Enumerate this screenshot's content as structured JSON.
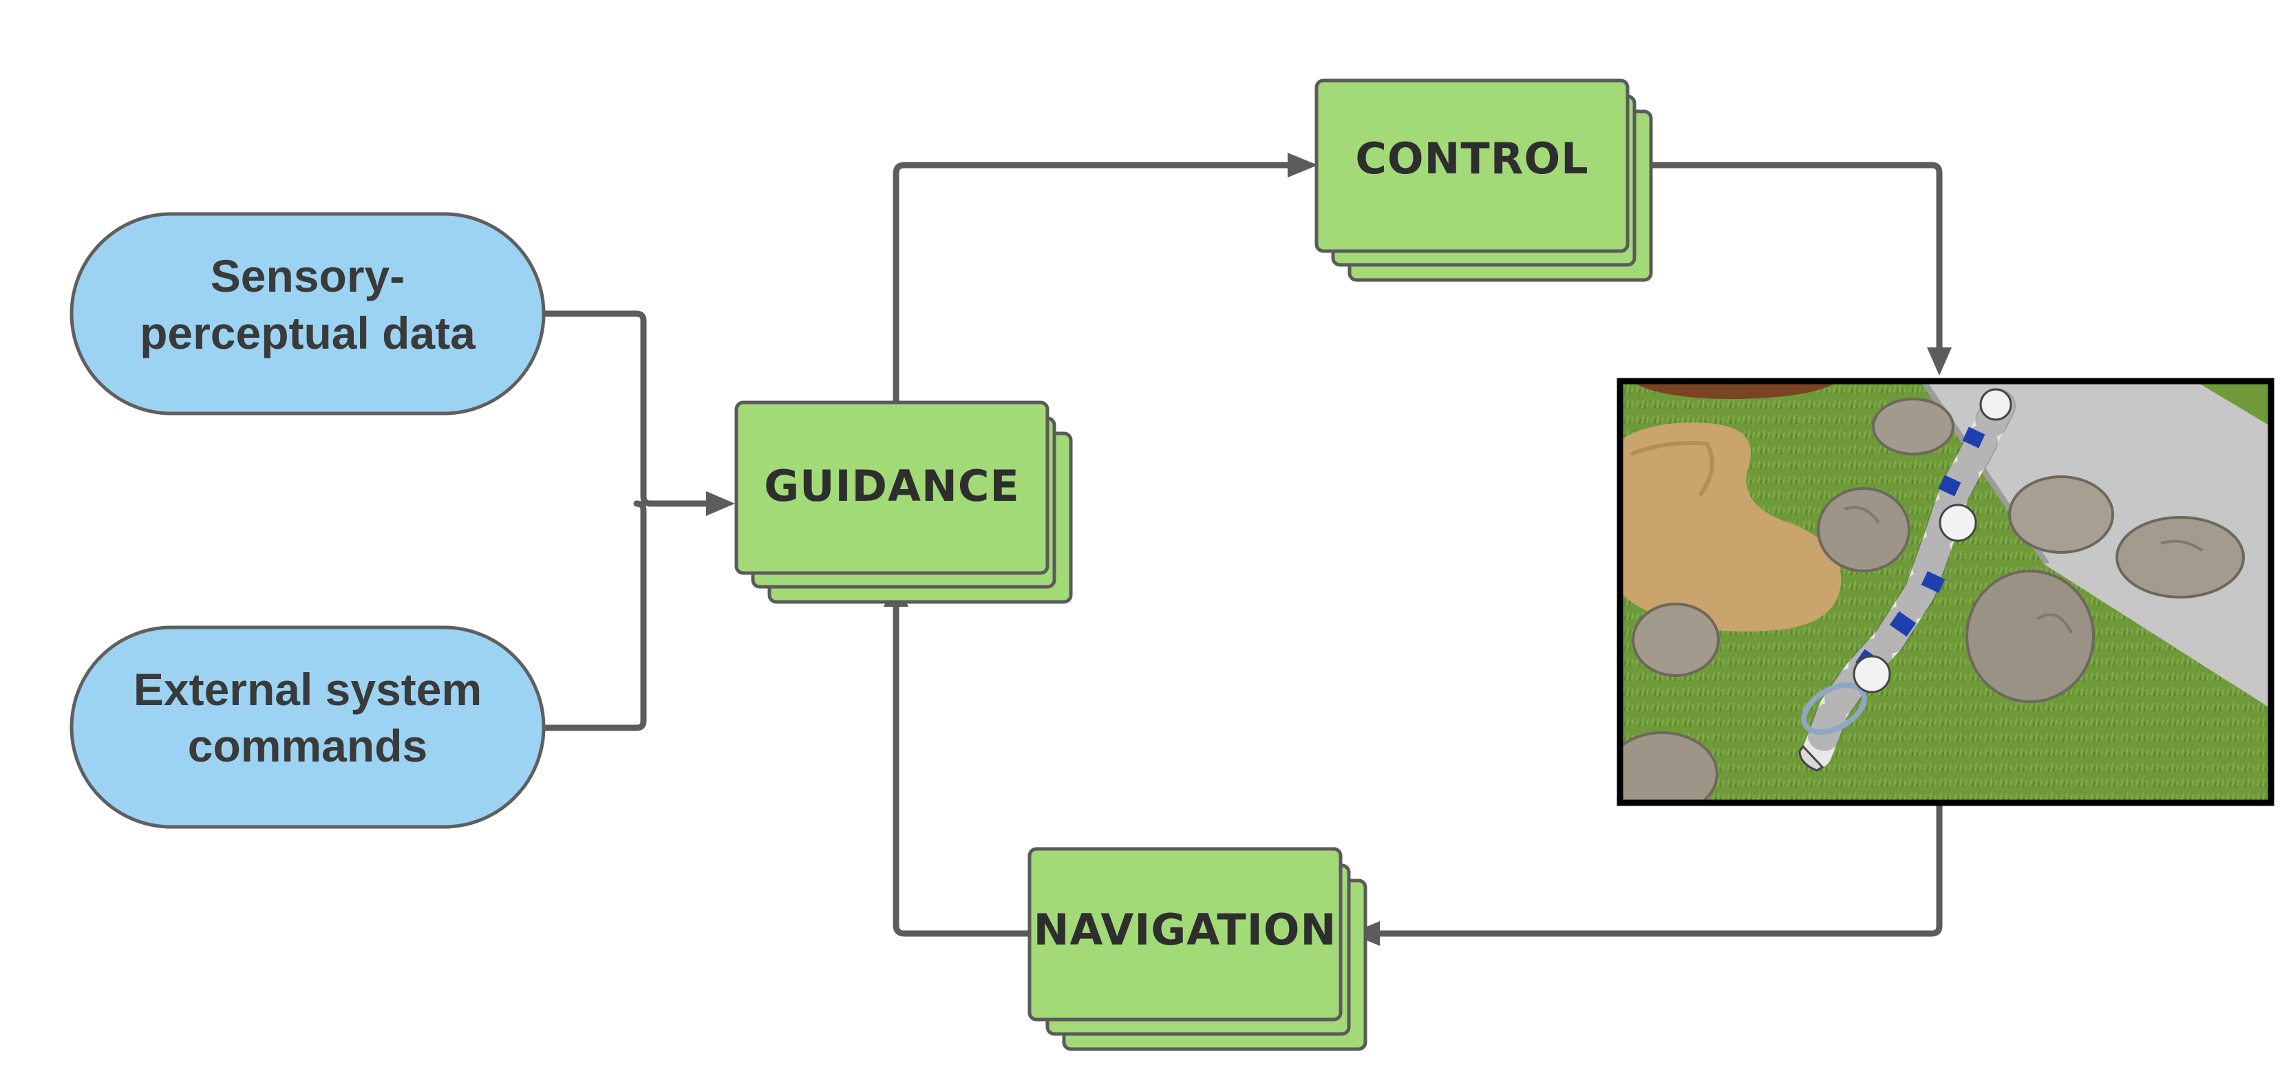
{
  "inputs": {
    "sensory": {
      "line1": "Sensory-",
      "line2": "perceptual data"
    },
    "external": {
      "line1": "External system",
      "line2": "commands"
    }
  },
  "blocks": {
    "guidance": "GUIDANCE",
    "control": "CONTROL",
    "navigation": "NAVIGATION"
  },
  "colors": {
    "input_fill": "#9dd3f2",
    "block_fill": "#a3da78",
    "connector": "#5c5c5c",
    "grass": "#6f9a3a",
    "dirt": "#c9a46c",
    "path": "#c7c7c7",
    "rock": "#a29a8c",
    "robot_blue": "#1f3fae"
  },
  "icons": {
    "simulation": "snake-robot-simulation-image"
  }
}
